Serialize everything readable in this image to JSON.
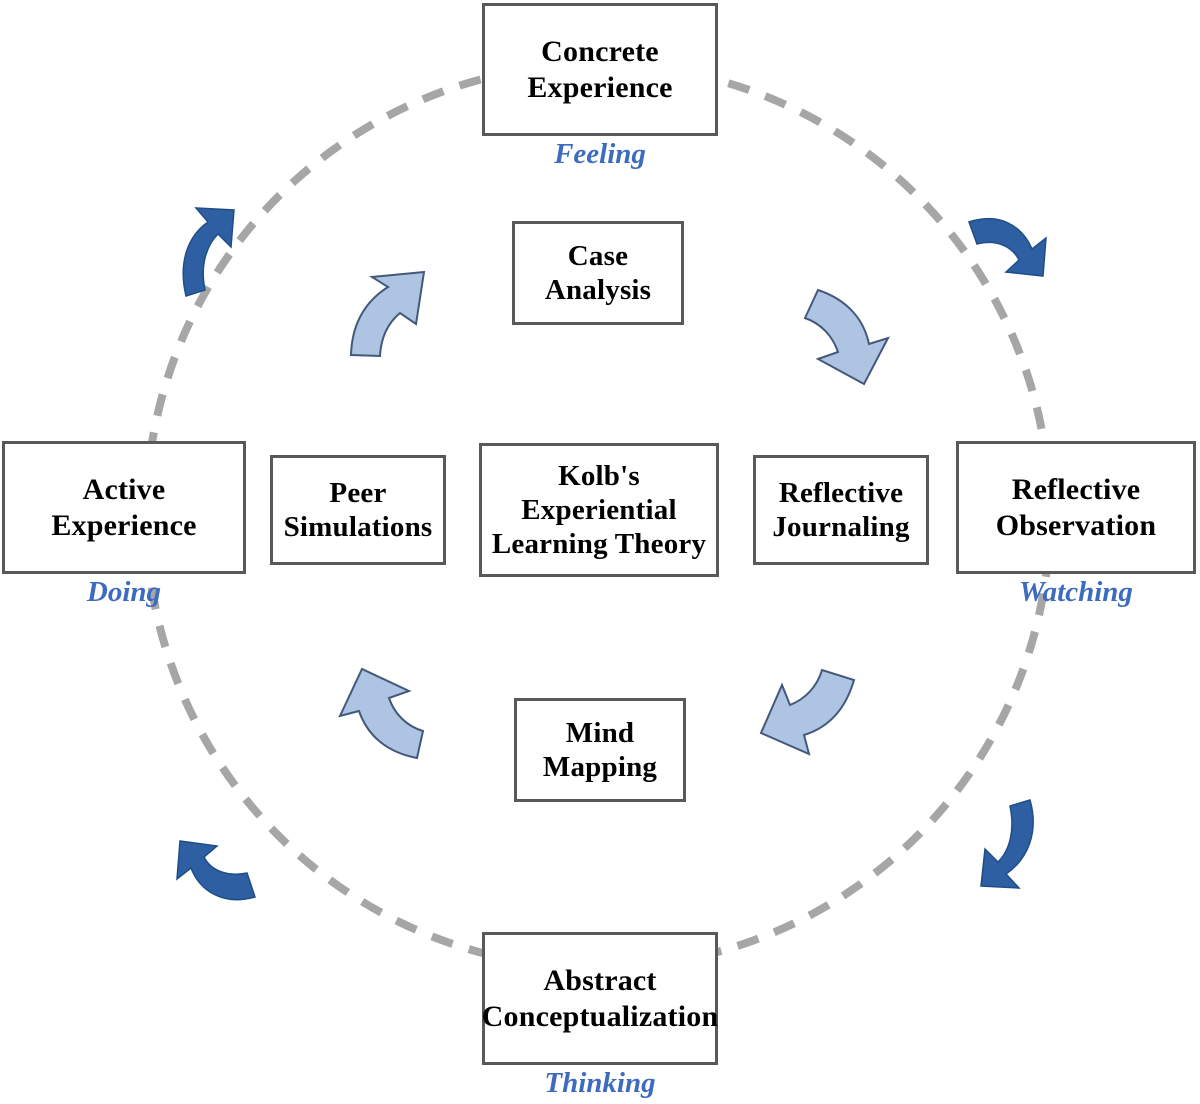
{
  "diagram": {
    "title": "Kolb's Experiential Learning Theory",
    "center": {
      "label": "Kolb's\nExperiential\nLearning Theory"
    },
    "colors": {
      "box_border": "#595959",
      "cycle_circle": "#A6A6A6",
      "cycle_arrow": "#2E5FA3",
      "activity_arrow_fill": "#AEC4E3",
      "activity_arrow_stroke": "#44587A",
      "mode_label_text": "#3C6BBF",
      "box_text": "#000000",
      "background": "#FFFFFF"
    },
    "stages": [
      {
        "id": "concrete-experience",
        "label": "Concrete\nExperience",
        "mode": "Feeling",
        "position": "top"
      },
      {
        "id": "reflective-observation",
        "label": "Reflective\nObservation",
        "mode": "Watching",
        "position": "right"
      },
      {
        "id": "abstract-conceptualization",
        "label": "Abstract\nConceptualization",
        "mode": "Thinking",
        "position": "bottom"
      },
      {
        "id": "active-experience",
        "label": "Active\nExperience",
        "mode": "Doing",
        "position": "left"
      }
    ],
    "activities": [
      {
        "id": "case-analysis",
        "label": "Case\nAnalysis",
        "position": "top-center"
      },
      {
        "id": "reflective-journaling",
        "label": "Reflective\nJournaling",
        "position": "right-center"
      },
      {
        "id": "mind-mapping",
        "label": "Mind\nMapping",
        "position": "bottom-center"
      },
      {
        "id": "peer-simulations",
        "label": "Peer\nSimulations",
        "position": "left-center"
      }
    ],
    "cycle_arrows": [
      {
        "id": "cycle-arrow-upper-left",
        "direction": "clockwise",
        "quadrant": "upper-left"
      },
      {
        "id": "cycle-arrow-upper-right",
        "direction": "clockwise",
        "quadrant": "upper-right"
      },
      {
        "id": "cycle-arrow-lower-right",
        "direction": "clockwise",
        "quadrant": "lower-right"
      },
      {
        "id": "cycle-arrow-lower-left",
        "direction": "clockwise",
        "quadrant": "lower-left"
      }
    ],
    "inner_arrows": [
      {
        "id": "inner-arrow-up-right",
        "points": "up-right"
      },
      {
        "id": "inner-arrow-down-right",
        "points": "down"
      },
      {
        "id": "inner-arrow-down-left",
        "points": "down-left"
      },
      {
        "id": "inner-arrow-up-left",
        "points": "up-left"
      }
    ]
  }
}
